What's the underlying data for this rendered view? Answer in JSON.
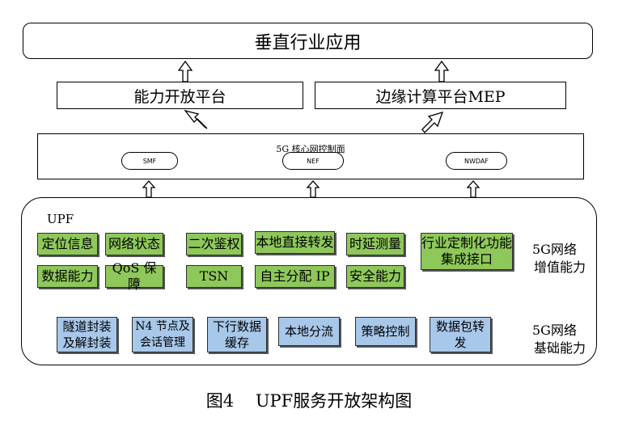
{
  "top": {
    "label": "垂直行业应用"
  },
  "platforms": {
    "capability": "能力开放平台",
    "mep": "边缘计算平台MEP"
  },
  "control_plane": {
    "label": "5G 核心网控制面",
    "nodes": [
      "SMF",
      "NEF",
      "NWDAF"
    ]
  },
  "upf": {
    "label": "UPF",
    "value_added": {
      "items": [
        "定位信息",
        "网络状态",
        "二次鉴权",
        "本地直接转发",
        "时延测量",
        "数据能力",
        "QoS 保障",
        "TSN",
        "自主分配 IP",
        "安全能力"
      ],
      "big_item_line1": "行业定制化功能",
      "big_item_line2": "集成接口",
      "side_label_line1": "5G网络",
      "side_label_line2": "增值能力"
    },
    "basic": {
      "items": [
        {
          "line1": "隧道封装",
          "line2": "及解封装"
        },
        {
          "line1": "N4 节点及",
          "line2": "会话管理"
        },
        {
          "line1": "下行数据",
          "line2": "缓存"
        },
        {
          "line1": "本地分流",
          "line2": ""
        },
        {
          "line1": "策略控制",
          "line2": ""
        },
        {
          "line1": "数据包转",
          "line2": "发"
        }
      ],
      "side_label_line1": "5G网络",
      "side_label_line2": "基础能力"
    }
  },
  "caption": "图4    UPF服务开放架构图",
  "colors": {
    "green": "#8fc85a",
    "blue": "#a8c8ea"
  }
}
